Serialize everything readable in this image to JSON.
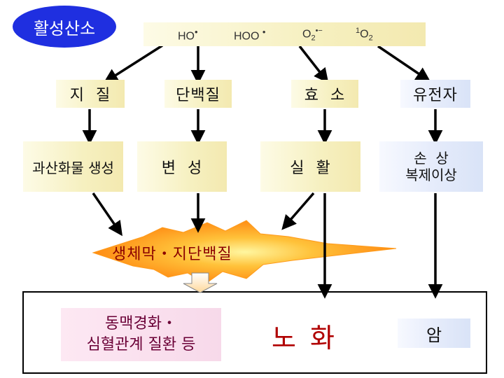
{
  "source": {
    "label": "활성산소"
  },
  "species": [
    {
      "main": "HO",
      "dot": "•"
    },
    {
      "main": "HOO",
      "dot": "•"
    },
    {
      "main": "O",
      "sub": "2",
      "sup": "•−"
    },
    {
      "pre": "1",
      "main": "O",
      "sub": "2"
    }
  ],
  "targets": [
    "지  질",
    "단백질",
    "효  소",
    "유전자"
  ],
  "effects": [
    "과산화물 생성",
    "변  성",
    "실  활"
  ],
  "effect_dna": {
    "line1": "손  상",
    "line2": "복제이상"
  },
  "membrane": "생체막・지단백질",
  "outcomes": {
    "disease_line1": "동맥경화・",
    "disease_line2": "심혈관계 질환 등",
    "aging": "노 화",
    "cancer": "암"
  },
  "colors": {
    "oval": "#1f2fe0",
    "burst": "#ff9a1a",
    "membrane_text": "#8a0000",
    "aging_text": "#b00000"
  }
}
